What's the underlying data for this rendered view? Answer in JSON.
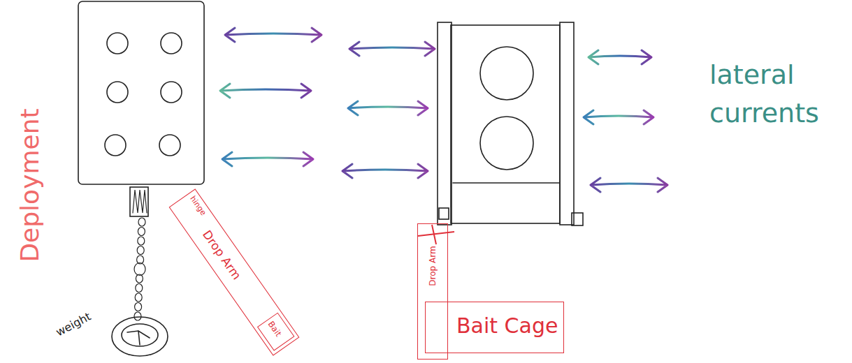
{
  "diagram": {
    "nodes": [
      {
        "text": [
          "hinge",
          "Drop Arm"
        ]
      },
      {
        "text": [
          "Bait"
        ],
        "in": 0
      },
      {
        "text": [
          "Drop Arm"
        ]
      },
      {
        "text": [
          "Bait Cage"
        ]
      }
    ],
    "labels": [
      "Deployment",
      "weight",
      "lateral currents"
    ]
  }
}
